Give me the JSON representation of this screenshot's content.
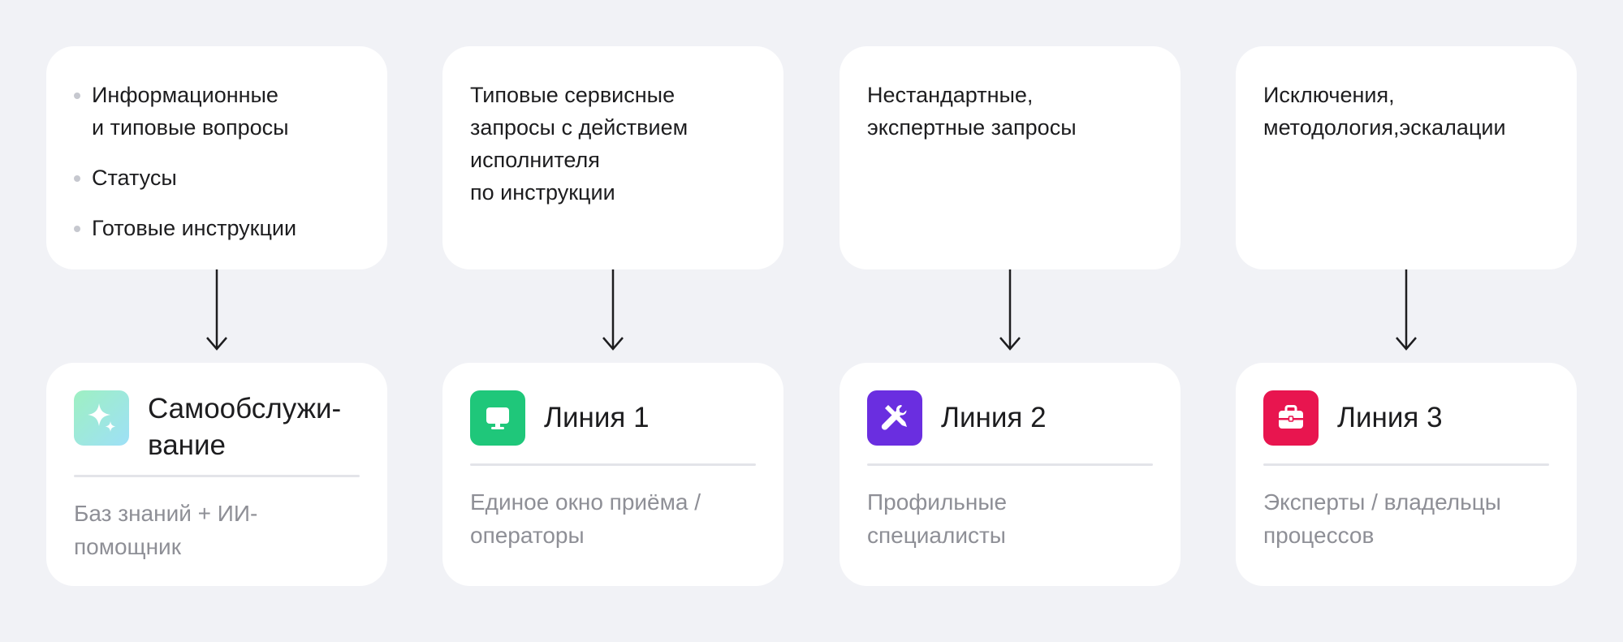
{
  "columns": [
    {
      "top_items": [
        "Информационные\nи типовые вопросы",
        "Статусы",
        "Готовые инструкции"
      ],
      "top_text": "",
      "title": "Самообслужи-\nвание",
      "description": "Баз знаний + ИИ-\nпомощник",
      "icon": "sparkle-icon",
      "icon_color": [
        "#9ef0c2",
        "#9ee0f7"
      ]
    },
    {
      "top_items": [],
      "top_text": "Типовые сервисные\nзапросы с действием\nисполнителя\nпо инструкции",
      "title": "Линия 1",
      "description": "Единое окно приёма /\nоператоры",
      "icon": "monitor-icon",
      "icon_color": [
        "#1fc77a",
        "#1fc77a"
      ]
    },
    {
      "top_items": [],
      "top_text": "Нестандартные,\nэкспертные запросы",
      "title": "Линия 2",
      "description": "Профильные\nспециалисты",
      "icon": "tools-icon",
      "icon_color": [
        "#6a2ee0",
        "#6a2ee0"
      ]
    },
    {
      "top_items": [],
      "top_text": "Исключения,\nметодология,эскалации",
      "title": "Линия 3",
      "description": "Эксперты / владельцы\nпроцессов",
      "icon": "briefcase-icon",
      "icon_color": [
        "#e8154f",
        "#e8154f"
      ]
    }
  ],
  "colors": {
    "background": "#f1f2f6",
    "card": "#ffffff",
    "description_text": "#8e8f96"
  }
}
